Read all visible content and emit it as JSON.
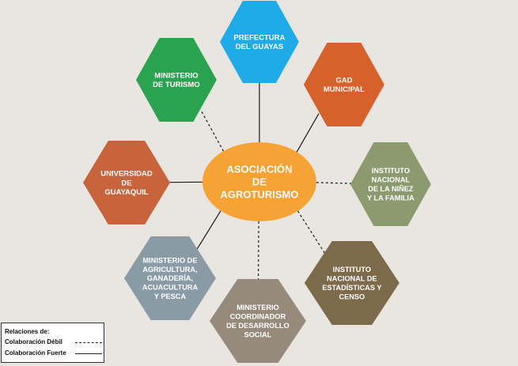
{
  "center": {
    "lines": [
      "ASOCIACIÓN",
      "DE",
      "AGROTURISMO"
    ],
    "color": "#f7a234"
  },
  "nodes": [
    {
      "id": "prefectura",
      "lines": [
        "PREFECTURA",
        "DEL GUAYAS"
      ],
      "color": "#1eabe8",
      "relation": "fuerte"
    },
    {
      "id": "gad",
      "lines": [
        "GAD",
        "MUNICIPAL"
      ],
      "color": "#d6612a",
      "relation": "fuerte"
    },
    {
      "id": "inst-ninez",
      "lines": [
        "INSTITUTO",
        "NACIONAL",
        "DE LA NIÑEZ",
        "Y LA FAMILIA"
      ],
      "color": "#8c9a6f",
      "relation": "debil"
    },
    {
      "id": "inec",
      "lines": [
        "INSTITUTO",
        "NACIONAL DE",
        "ESTADÍSTICAS Y",
        "CENSO"
      ],
      "color": "#7c6a4b",
      "relation": "debil"
    },
    {
      "id": "min-coordinador",
      "lines": [
        "MINISTERIO",
        "COORDINADOR",
        "DE DESARROLLO",
        "SOCIAL"
      ],
      "color": "#968a7c",
      "relation": "debil"
    },
    {
      "id": "magap",
      "lines": [
        "MINISTERIO DE",
        "AGRICULTURA,",
        "GANADERÍA,",
        "ACUACULTURA",
        "Y PESCA"
      ],
      "color": "#8a9ba6",
      "relation": "fuerte"
    },
    {
      "id": "universidad",
      "lines": [
        "UNIVERSIDAD",
        "DE",
        "GUAYAQUIL"
      ],
      "color": "#c8643c",
      "relation": "fuerte"
    },
    {
      "id": "turismo",
      "lines": [
        "MINISTERIO",
        "DE TURISMO"
      ],
      "color": "#2ba24f",
      "relation": "debil"
    }
  ],
  "legend": {
    "title": "Relaciones de:",
    "weak_label": "Colaboración Débil",
    "strong_label": "Colaboración Fuerte"
  }
}
